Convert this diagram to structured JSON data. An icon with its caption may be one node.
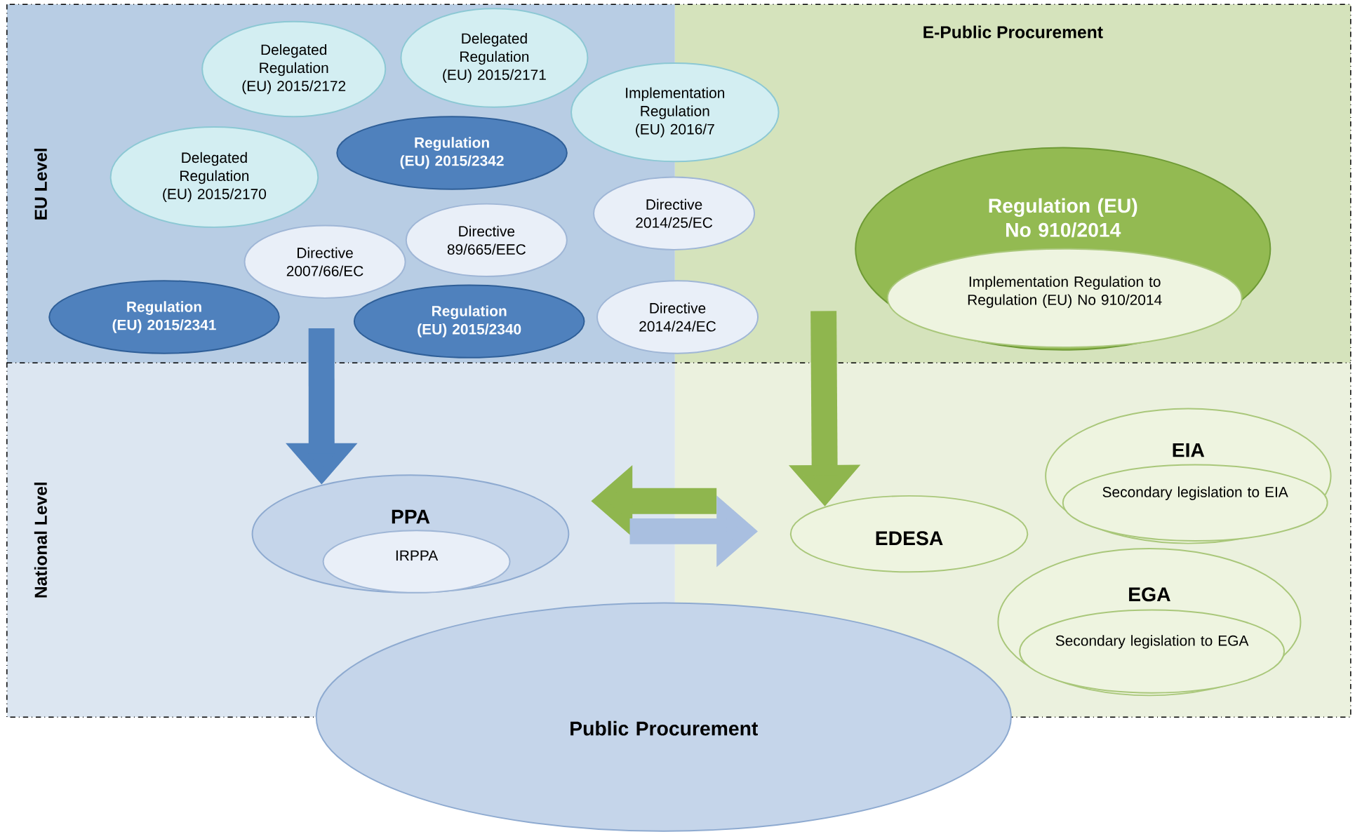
{
  "diagram": {
    "nodes": [
      {
        "text": [
          "Delegated Regulation (EU) 2015/2172"
        ]
      },
      {
        "text": [
          "Delegated Regulation (EU) 2015/2171"
        ]
      },
      {
        "text": [
          "Implementation Regulation (EU) 2016/7"
        ]
      },
      {
        "text": [
          "Delegated Regulation (EU) 2015/2170"
        ]
      },
      {
        "text": [
          "Regulation (EU) 2015/2342"
        ]
      },
      {
        "text": [
          "Directive 2014/25/EC"
        ]
      },
      {
        "text": [
          "Directive 89/665/EEC"
        ]
      },
      {
        "text": [
          "Directive 2007/66/EC"
        ]
      },
      {
        "text": [
          "Regulation (EU) 2015/2341"
        ]
      },
      {
        "text": [
          "Regulation (EU) 2015/2340"
        ]
      },
      {
        "text": [
          "Directive 2014/24/EC"
        ]
      },
      {
        "text": [
          "Regulation (EU) No 910/2014"
        ]
      },
      {
        "text": [
          "Implementation Regulation to Regulation (EU) No 910/2014"
        ],
        "in": 11
      },
      {
        "text": [
          "PPA"
        ]
      },
      {
        "text": [
          "IRPPA"
        ],
        "in": 13
      },
      {
        "text": [
          "EDESA"
        ]
      },
      {
        "text": [
          "EIA"
        ]
      },
      {
        "text": [
          "Secondary legislation to EIA"
        ],
        "in": 16
      },
      {
        "text": [
          "EGA"
        ]
      },
      {
        "text": [
          "Secondary legislation to EGA"
        ],
        "in": 18
      },
      {
        "text": [
          "Public Procurement"
        ]
      }
    ],
    "edges": [
      {
        "from": null,
        "to": 13,
        "arrow": "to",
        "color": "#4f81bd"
      },
      {
        "from": null,
        "to": 15,
        "arrow": "to",
        "color": "#8fb64e"
      },
      {
        "from": 15,
        "to": 13,
        "arrow": "to",
        "color": "#8fb64e"
      },
      {
        "from": 13,
        "to": 15,
        "arrow": "to",
        "color": "#a9bfe0"
      }
    ],
    "labels": [
      "E-Public Procurement",
      "EU Level",
      "National Level"
    ]
  }
}
